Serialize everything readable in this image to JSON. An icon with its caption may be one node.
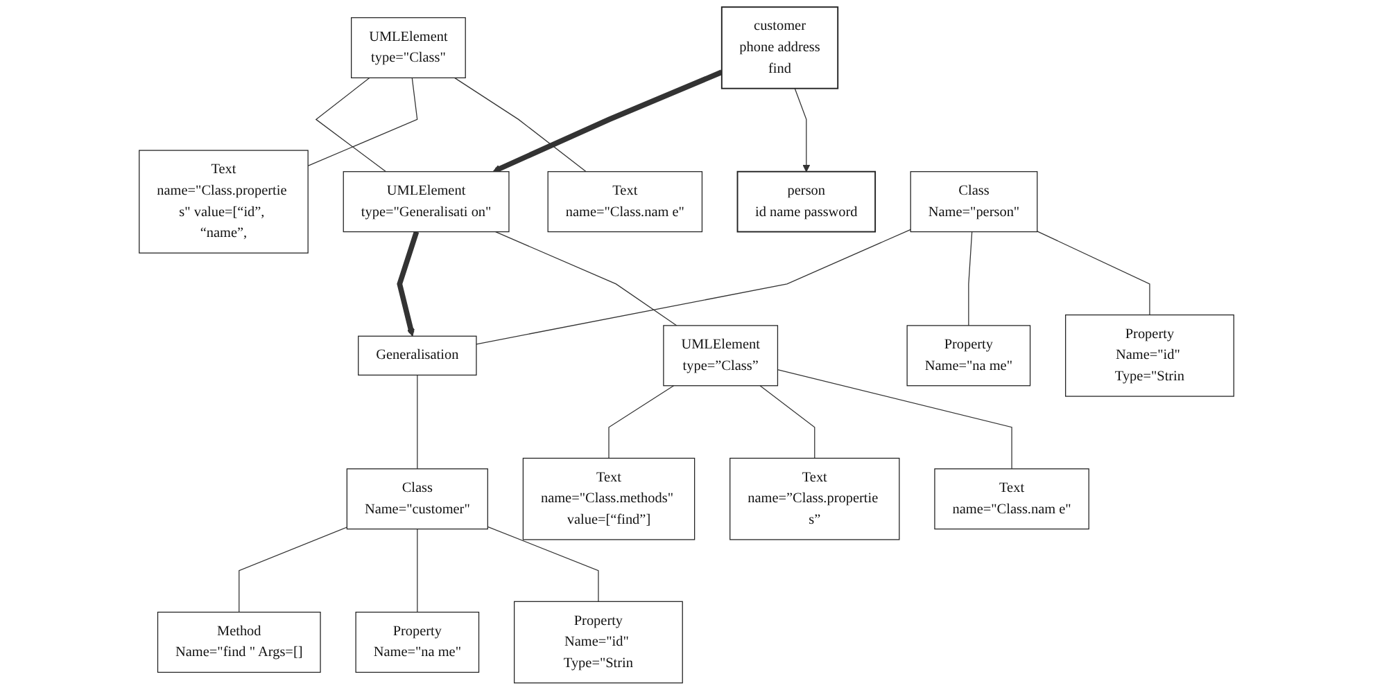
{
  "diagram": {
    "nodes": [
      {
        "text": [
          "person",
          "id name password"
        ]
      },
      {
        "text": [
          "customer",
          "phone address",
          "find"
        ]
      },
      {
        "text": [
          "UMLElement",
          "type=\"Class\""
        ]
      },
      {
        "text": [
          "Text",
          "name=\"Class.nam e\""
        ]
      },
      {
        "text": [
          "Text",
          "name=\"Class.propertie s\" value=[“id”, “name”,"
        ]
      },
      {
        "text": [
          "UMLElement",
          "type=\"Generalisati on\""
        ]
      },
      {
        "text": [
          "UMLElement",
          "type=”Class”"
        ]
      },
      {
        "text": [
          "Text",
          "name=\"Class.nam e\""
        ]
      },
      {
        "text": [
          "Text",
          "name=”Class.propertie s”"
        ]
      },
      {
        "text": [
          "Text",
          "name=\"Class.methods\" value=[“find”]"
        ]
      },
      {
        "text": [
          "Class",
          "Name=\"person\""
        ]
      },
      {
        "text": [
          "Property",
          "Name=\"id\" Type=\"Strin"
        ]
      },
      {
        "text": [
          "Property",
          "Name=\"na me\""
        ]
      },
      {
        "text": [
          "Generalisation"
        ]
      },
      {
        "text": [
          "Class",
          "Name=\"customer\""
        ]
      },
      {
        "text": [
          "Property",
          "Name=\"id\" Type=\"Strin"
        ]
      },
      {
        "text": [
          "Property",
          "Name=\"na me\""
        ]
      },
      {
        "text": [
          "Method",
          "Name=\"find \" Args=[]"
        ]
      }
    ],
    "edges": [
      {
        "from": 1,
        "to": 0,
        "arrow": "to"
      },
      {
        "from": 1,
        "to": 5,
        "arrow": "to",
        "style": "thick"
      },
      {
        "from": 2,
        "to": 3,
        "arrow": "none"
      },
      {
        "from": 2,
        "to": 4,
        "arrow": "none"
      },
      {
        "from": 2,
        "to": 5,
        "arrow": "none"
      },
      {
        "from": 5,
        "to": 6,
        "arrow": "none"
      },
      {
        "from": 6,
        "to": 7,
        "arrow": "none"
      },
      {
        "from": 6,
        "to": 8,
        "arrow": "none"
      },
      {
        "from": 6,
        "to": 9,
        "arrow": "none"
      },
      {
        "from": 5,
        "to": 13,
        "arrow": "to",
        "style": "thick"
      },
      {
        "from": 10,
        "to": 11,
        "arrow": "none"
      },
      {
        "from": 10,
        "to": 12,
        "arrow": "none"
      },
      {
        "from": 10,
        "to": 13,
        "arrow": "none"
      },
      {
        "from": 13,
        "to": 14,
        "arrow": "none"
      },
      {
        "from": 14,
        "to": 15,
        "arrow": "none"
      },
      {
        "from": 14,
        "to": 16,
        "arrow": "none"
      },
      {
        "from": 14,
        "to": 17,
        "arrow": "none"
      }
    ]
  }
}
